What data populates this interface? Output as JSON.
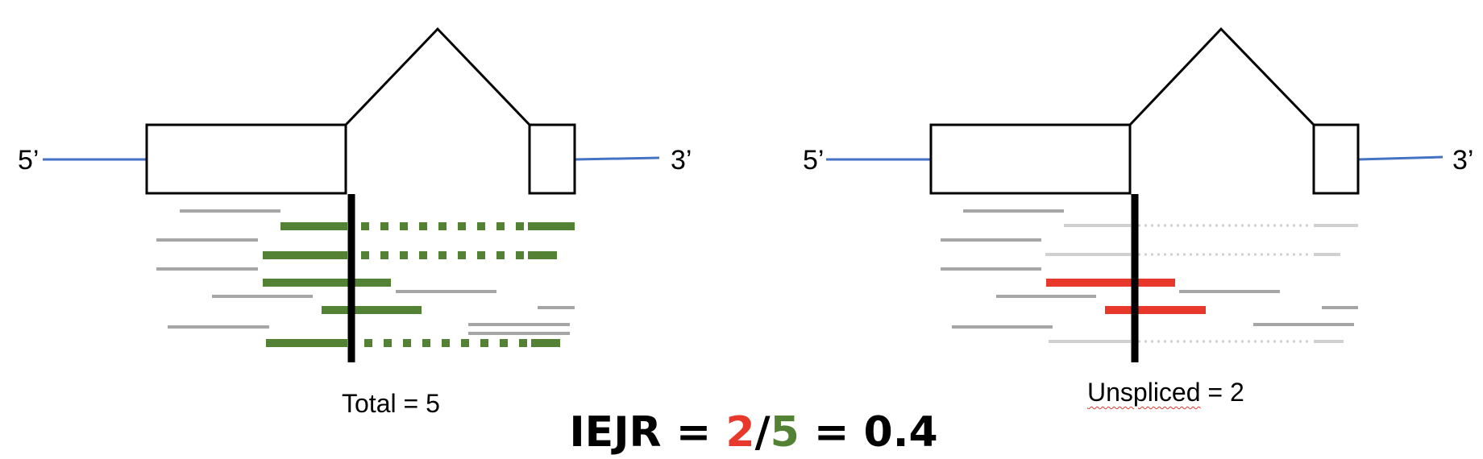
{
  "left_panel": {
    "five_prime": "5’",
    "three_prime": "3’",
    "caption": "Total = 5"
  },
  "right_panel": {
    "five_prime": "5’",
    "three_prime": "3’",
    "caption_word": "Unspliced",
    "caption_rest": " = 2"
  },
  "formula": {
    "prefix": "IEJR = ",
    "numerator": "2",
    "slash": "/",
    "denominator": "5",
    "suffix": " = 0.4"
  },
  "colors": {
    "gene_outline": "#000000",
    "flank_line": "#4472c4",
    "junction_bar": "#000000",
    "counted_read": "#548235",
    "unspliced_read": "#e8382b",
    "background_read": "#a6a6a6",
    "faded_read": "#d0d0d0"
  }
}
